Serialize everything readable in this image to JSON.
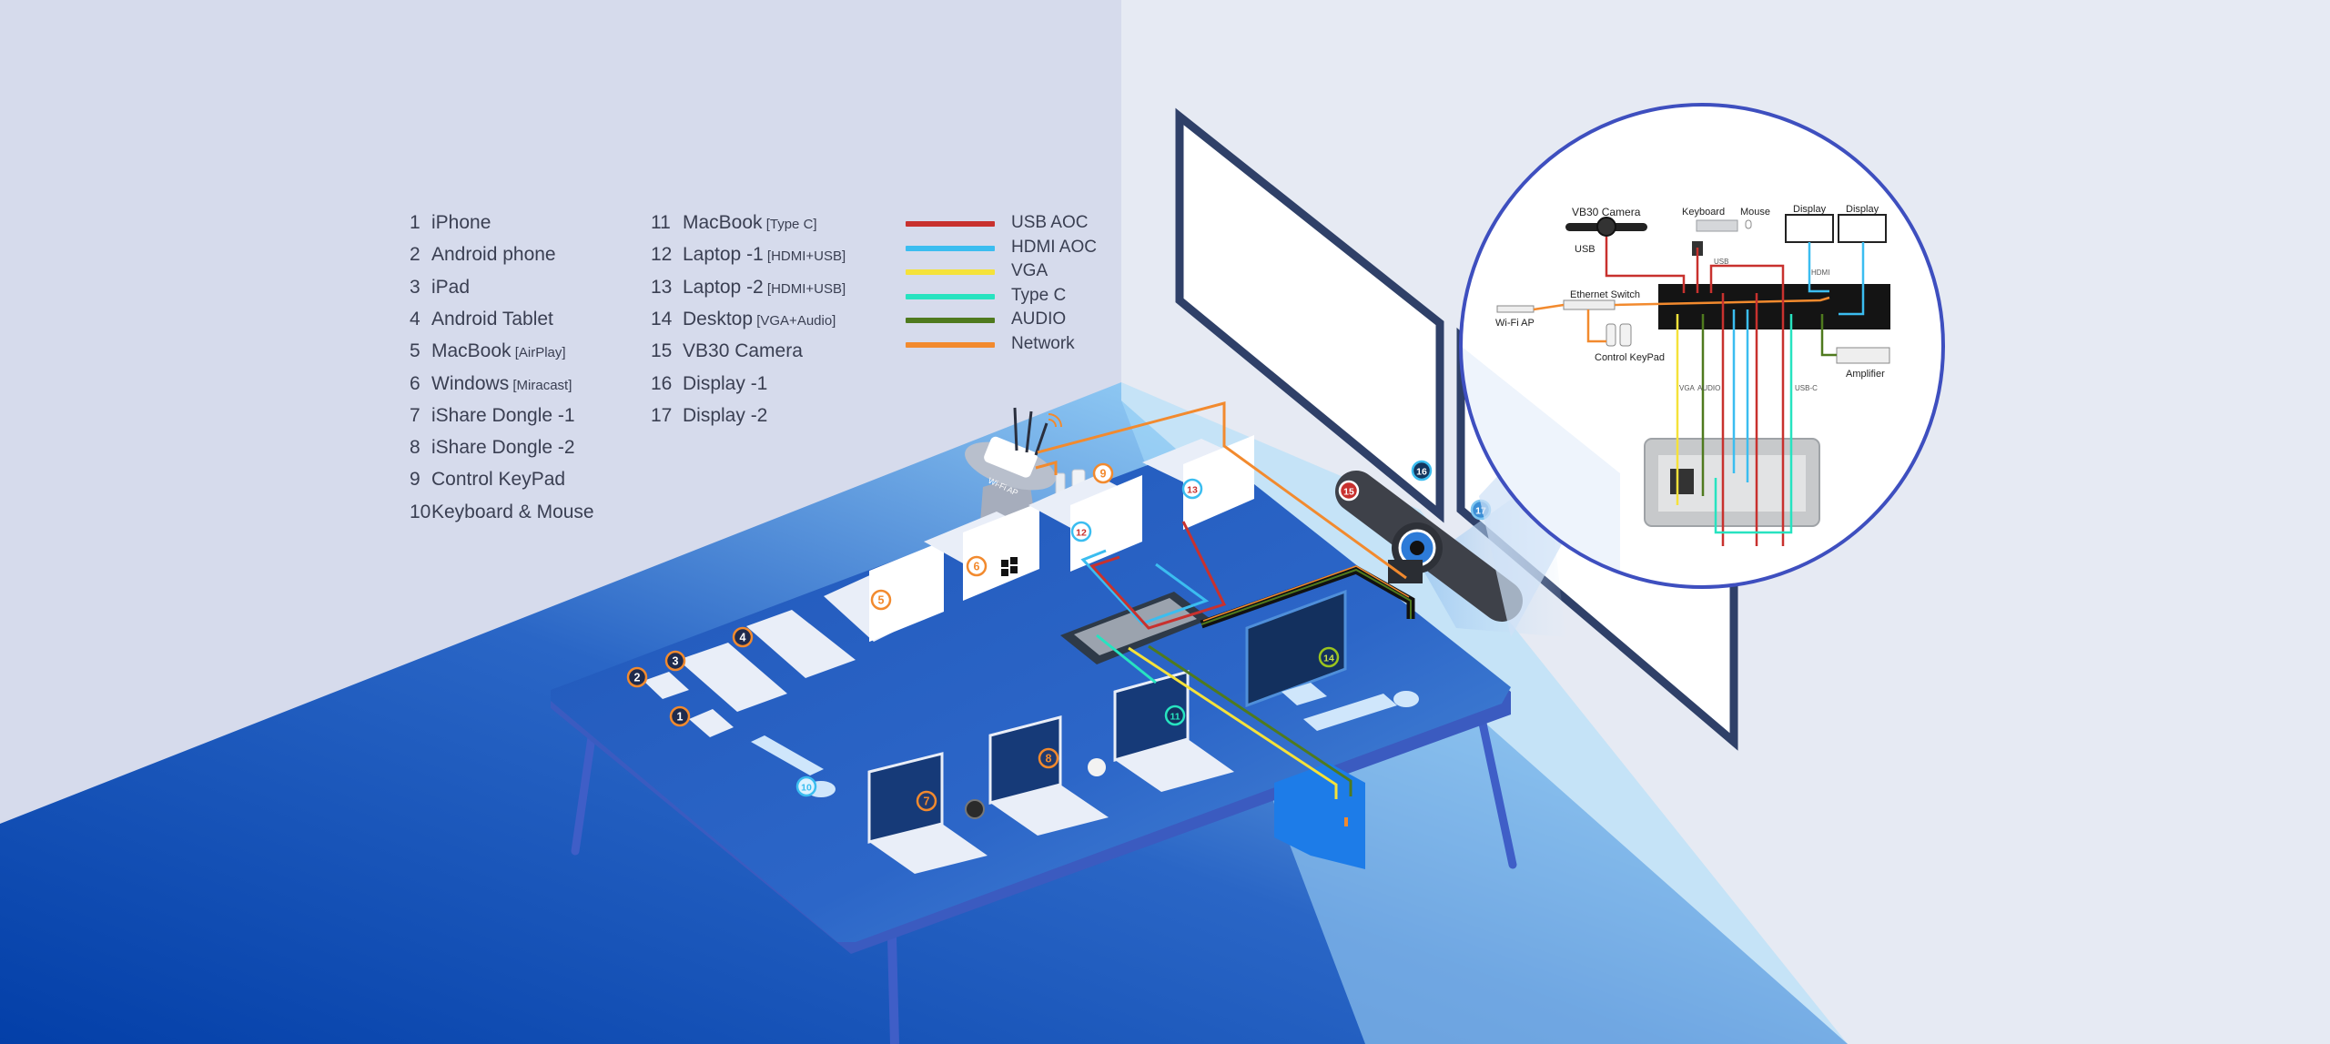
{
  "devices_col1": [
    {
      "num": "1",
      "name": "iPhone",
      "note": ""
    },
    {
      "num": "2",
      "name": "Android phone",
      "note": ""
    },
    {
      "num": "3",
      "name": "iPad",
      "note": ""
    },
    {
      "num": "4",
      "name": "Android Tablet",
      "note": ""
    },
    {
      "num": "5",
      "name": "MacBook",
      "note": "[AirPlay]"
    },
    {
      "num": "6",
      "name": "Windows",
      "note": "[Miracast]"
    },
    {
      "num": "7",
      "name": "iShare Dongle -1",
      "note": ""
    },
    {
      "num": "8",
      "name": "iShare Dongle -2",
      "note": ""
    },
    {
      "num": "9",
      "name": "Control KeyPad",
      "note": ""
    },
    {
      "num": "10",
      "name": "Keyboard & Mouse",
      "note": ""
    }
  ],
  "devices_col2": [
    {
      "num": "11",
      "name": "MacBook",
      "note": "[Type C]"
    },
    {
      "num": "12",
      "name": "Laptop -1",
      "note": "[HDMI+USB]"
    },
    {
      "num": "13",
      "name": "Laptop -2",
      "note": "[HDMI+USB]"
    },
    {
      "num": "14",
      "name": "Desktop",
      "note": "[VGA+Audio]"
    },
    {
      "num": "15",
      "name": "VB30 Camera",
      "note": ""
    },
    {
      "num": "16",
      "name": "Display -1",
      "note": ""
    },
    {
      "num": "17",
      "name": "Display -2",
      "note": ""
    }
  ],
  "cable_legend": [
    {
      "label": "USB AOC",
      "color": "#C8312E"
    },
    {
      "label": "HDMI AOC",
      "color": "#3BBDF0"
    },
    {
      "label": "VGA",
      "color": "#F5E23A"
    },
    {
      "label": "Type C",
      "color": "#27E3C0"
    },
    {
      "label": "AUDIO",
      "color": "#4F7A1E"
    },
    {
      "label": "Network",
      "color": "#F28A2E"
    }
  ],
  "badges": [
    {
      "num": "1",
      "color": "#F28A2E",
      "fill": "#1F2B4D",
      "text": "#FFFFFF"
    },
    {
      "num": "2",
      "color": "#F28A2E",
      "fill": "#1F2B4D",
      "text": "#FFFFFF"
    },
    {
      "num": "3",
      "color": "#F28A2E",
      "fill": "#1F2B4D",
      "text": "#FFFFFF"
    },
    {
      "num": "4",
      "color": "#F28A2E",
      "fill": "#1F2B4D",
      "text": "#FFFFFF"
    },
    {
      "num": "5",
      "color": "#F28A2E",
      "fill": "#FFFFFF",
      "text": "#F28A2E"
    },
    {
      "num": "6",
      "color": "#F28A2E",
      "fill": "#FFFFFF",
      "text": "#F28A2E"
    },
    {
      "num": "7",
      "color": "#F28A2E",
      "fill": "#1F3A70",
      "text": "#F28A2E"
    },
    {
      "num": "8",
      "color": "#F28A2E",
      "fill": "#1F3A70",
      "text": "#F28A2E"
    },
    {
      "num": "9",
      "color": "#F28A2E",
      "fill": "#FFFFFF",
      "text": "#F28A2E"
    },
    {
      "num": "10",
      "color": "#3BBDF0",
      "fill": "#DDF2FF",
      "text": "#3BBDF0"
    },
    {
      "num": "11",
      "color": "#27E3C0",
      "fill": "#13305E",
      "text": "#27E3C0"
    },
    {
      "num": "12",
      "color": "#3BBDF0",
      "fill": "#FFFFFF",
      "text": "#C8312E"
    },
    {
      "num": "13",
      "color": "#3BBDF0",
      "fill": "#FFFFFF",
      "text": "#C8312E"
    },
    {
      "num": "14",
      "color": "#9BC41E",
      "fill": "#13305E",
      "text": "#C9E04A"
    },
    {
      "num": "15",
      "color": "#FFFFFF",
      "fill": "#C8312E",
      "text": "#FFFFFF"
    },
    {
      "num": "16",
      "color": "#3BBDF0",
      "fill": "#12365F",
      "text": "#FFFFFF"
    },
    {
      "num": "17",
      "color": "#7FC6F0",
      "fill": "#3C8FD6",
      "text": "#FFFFFF"
    }
  ],
  "scene_labels": {
    "router_label": "Wi-Fi AP"
  },
  "inset": {
    "vb30_camera": "VB30 Camera",
    "usb_camera": "USB",
    "keyboard": "Keyboard",
    "mouse": "Mouse",
    "display_1": "Display",
    "display_2": "Display",
    "usb_receiver": "USB",
    "hdmi": "HDMI",
    "wifi_ap": "Wi-Fi AP",
    "ethernet_switch": "Ethernet Switch",
    "control_keypad": "Control KeyPad",
    "amplifier": "Amplifier",
    "vga": "VGA",
    "audio": "AUDIO",
    "usb_c": "USB-C"
  },
  "colors": {
    "wall_left": "#D6DBEC",
    "wall_right": "#E6EAF3",
    "floor_dark": "#0540AA",
    "floor_light": "#AADCFA",
    "table_top": "#2E63C4",
    "table_edge": "#3B5BC0",
    "display_frame": "#2F4068",
    "inset_ring": "#3E4FBF"
  }
}
